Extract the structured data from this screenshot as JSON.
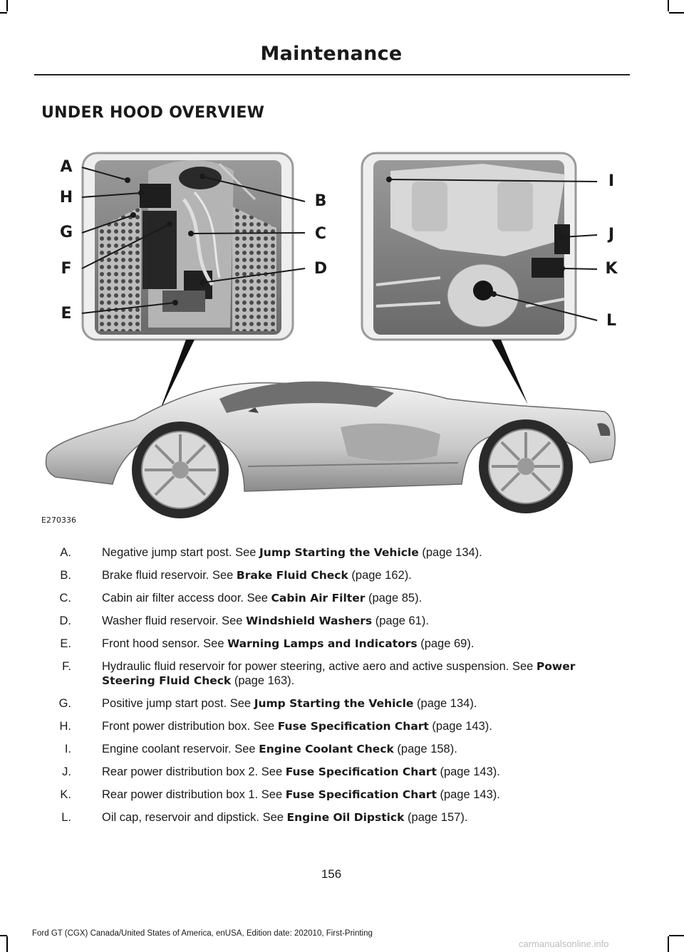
{
  "header": {
    "title": "Maintenance"
  },
  "section": {
    "title": "UNDER HOOD OVERVIEW"
  },
  "figure": {
    "id": "E270336",
    "callouts": {
      "A": "A",
      "B": "B",
      "C": "C",
      "D": "D",
      "E": "E",
      "F": "F",
      "G": "G",
      "H": "H",
      "I": "I",
      "J": "J",
      "K": "K",
      "L": "L"
    }
  },
  "legend": [
    {
      "letter": "A.",
      "pre": "Negative jump start post.  See ",
      "ref": "Jump Starting the Vehicle",
      "page": " (page 134)."
    },
    {
      "letter": "B.",
      "pre": "Brake fluid reservoir. See ",
      "ref": "Brake Fluid Check",
      "page": " (page 162)."
    },
    {
      "letter": "C.",
      "pre": "Cabin air filter access door.  See ",
      "ref": "Cabin Air Filter",
      "page": " (page 85)."
    },
    {
      "letter": "D.",
      "pre": "Washer fluid reservoir.  See ",
      "ref": "Windshield Washers",
      "page": " (page 61)."
    },
    {
      "letter": "E.",
      "pre": "Front hood sensor.  See ",
      "ref": "Warning Lamps and Indicators",
      "page": " (page 69)."
    },
    {
      "letter": "F.",
      "pre": "Hydraulic fluid reservoir for power steering, active aero and active suspension. See ",
      "ref": "Power Steering Fluid Check",
      "page": " (page 163)."
    },
    {
      "letter": "G.",
      "pre": "Positive jump start post.  See ",
      "ref": "Jump Starting the Vehicle",
      "page": " (page 134)."
    },
    {
      "letter": "H.",
      "pre": "Front power distribution box.  See ",
      "ref": "Fuse Specification Chart",
      "page": " (page 143)."
    },
    {
      "letter": "I.",
      "pre": "Engine coolant reservoir. See ",
      "ref": "Engine Coolant Check",
      "page": " (page 158)."
    },
    {
      "letter": "J.",
      "pre": "Rear power distribution box 2.  See ",
      "ref": "Fuse Specification Chart",
      "page": " (page 143)."
    },
    {
      "letter": "K.",
      "pre": "Rear power distribution box 1.  See ",
      "ref": "Fuse Specification Chart",
      "page": " (page 143)."
    },
    {
      "letter": "L.",
      "pre": "Oil cap, reservoir and dipstick.  See ",
      "ref": "Engine Oil Dipstick",
      "page": " (page 157)."
    }
  ],
  "footer": {
    "page_number": "156",
    "edition": "Ford GT (CGX) Canada/United States of America, enUSA, Edition date: 202010, First-Printing",
    "watermark": "carmanualsonline.info"
  }
}
